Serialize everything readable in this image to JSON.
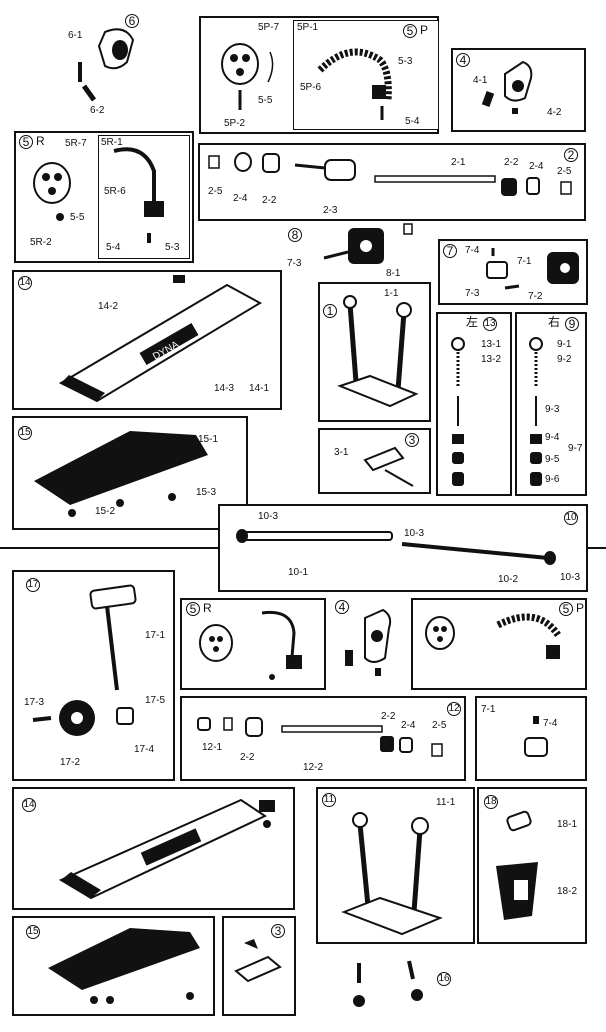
{
  "sections": {
    "s6": {
      "num": "6",
      "parts": [
        "6-1",
        "6-2"
      ]
    },
    "s5p": {
      "num": "5",
      "suffix": "P",
      "parts": [
        "5P-7",
        "5P-1",
        "5-3",
        "5P-6",
        "5-5",
        "5P-2",
        "5-4"
      ]
    },
    "s4": {
      "num": "4",
      "parts": [
        "4-1",
        "4-2"
      ]
    },
    "s5r": {
      "num": "5",
      "suffix": "R",
      "parts": [
        "5R-7",
        "5R-1",
        "5R-6",
        "5-5",
        "5R-2",
        "5-4",
        "5-3"
      ]
    },
    "s2": {
      "num": "2",
      "parts": [
        "2-5",
        "2-4",
        "2-2",
        "2-3",
        "2-1",
        "2-2",
        "2-4",
        "2-5"
      ]
    },
    "s8": {
      "num": "8",
      "parts": [
        "7-3",
        "8-1"
      ]
    },
    "s7": {
      "num": "7",
      "parts": [
        "7-4",
        "7-1",
        "7-3",
        "7-2"
      ]
    },
    "s14": {
      "num": "14",
      "parts": [
        "14-2",
        "14-3",
        "14-1"
      ]
    },
    "s1": {
      "num": "1",
      "parts": [
        "1-1"
      ]
    },
    "s13": {
      "num": "13",
      "prefix": "左",
      "parts": [
        "13-1",
        "13-2"
      ]
    },
    "s9": {
      "num": "9",
      "prefix": "右",
      "parts": [
        "9-1",
        "9-2",
        "9-3",
        "9-4",
        "9-5",
        "9-6",
        "9-7"
      ]
    },
    "s3": {
      "num": "3",
      "parts": [
        "3-1"
      ]
    },
    "s15": {
      "num": "15",
      "parts": [
        "15-1",
        "15-3",
        "15-2"
      ]
    },
    "s10": {
      "num": "10",
      "parts": [
        "10-3",
        "10-3",
        "10-1",
        "10-2",
        "10-3"
      ]
    },
    "s17": {
      "num": "17",
      "parts": [
        "17-1",
        "17-3",
        "17-5",
        "17-2",
        "17-4"
      ]
    },
    "s5r_b": {
      "num": "5",
      "suffix": "R"
    },
    "s4_b": {
      "num": "4"
    },
    "s5p_b": {
      "num": "5",
      "suffix": "P"
    },
    "s12": {
      "num": "12",
      "parts": [
        "2-2",
        "2-4",
        "2-5",
        "12-1",
        "2-2",
        "12-2"
      ]
    },
    "s7_b": {
      "parts": [
        "7-1",
        "7-4"
      ]
    },
    "s14_b": {
      "num": "14"
    },
    "s11": {
      "num": "11",
      "parts": [
        "11-1"
      ]
    },
    "s18": {
      "num": "18",
      "parts": [
        "18-1",
        "18-2"
      ]
    },
    "s15_b": {
      "num": "15"
    },
    "s3_b": {
      "num": "3"
    },
    "s16": {
      "num": "16"
    }
  },
  "pedal_logo": "DYNA"
}
